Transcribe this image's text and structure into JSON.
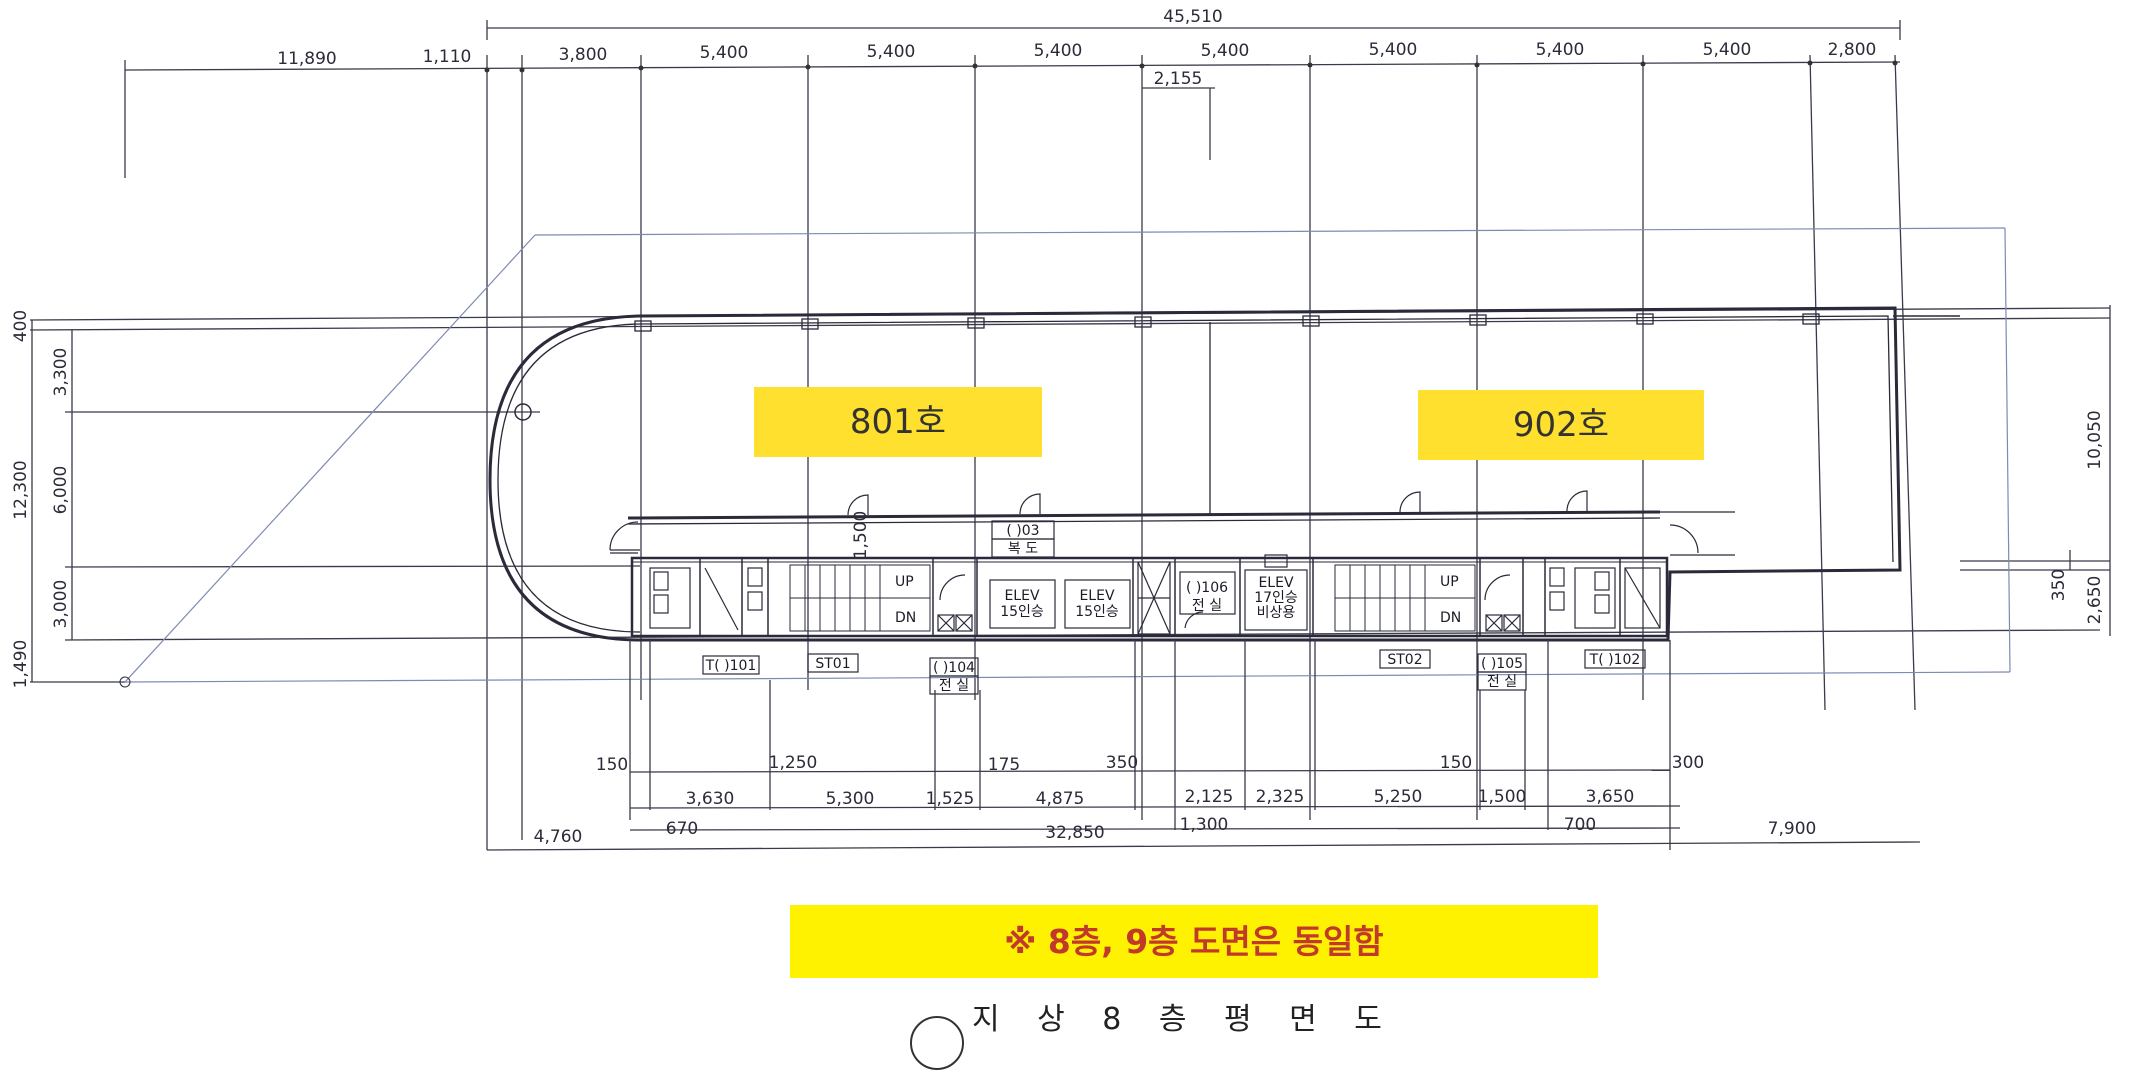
{
  "top_dimensions": {
    "overall": "45,510",
    "segments": [
      "11,890",
      "1,110",
      "3,800",
      "5,400",
      "5,400",
      "5,400",
      "5,400",
      "5,400",
      "5,400",
      "5,400",
      "2,800"
    ],
    "sub": "2,155"
  },
  "left_dimensions": {
    "total": "12,300",
    "parts": [
      "400",
      "3,300",
      "6,000",
      "3,000",
      "1,490"
    ]
  },
  "right_dimensions": {
    "total": "10,050",
    "parts": [
      "350",
      "2,650"
    ]
  },
  "bottom_dimensions": {
    "row1": [
      "150",
      "1,250",
      "175",
      "350",
      "150",
      "300"
    ],
    "row2": [
      "3,630",
      "5,300",
      "1,525",
      "4,875",
      "2,125",
      "2,325",
      "5,250",
      "1,500",
      "3,650"
    ],
    "row3": [
      "670",
      "1,300",
      "700"
    ],
    "row4": [
      "4,760",
      "32,850",
      "7,900"
    ],
    "side": "1,500"
  },
  "units": {
    "left": "801호",
    "right": "902호"
  },
  "room_tags": {
    "corridor_no": "( )03",
    "corridor_name": "복 도",
    "t101": "T( )101",
    "st01": "ST01",
    "r104_no": "( )104",
    "r104_name": "전 실",
    "elev1": "ELEV",
    "elev1_sub": "15인승",
    "elev2": "ELEV",
    "elev2_sub": "15인승",
    "r106_no": "( )106",
    "r106_name": "전 실",
    "elev3": "ELEV",
    "elev3_sub": "17인승",
    "elev3_sub2": "비상용",
    "st02": "ST02",
    "r105_no": "( )105",
    "r105_name": "전 실",
    "t102": "T( )102",
    "up": "UP",
    "dn": "DN"
  },
  "note": "※ 8층, 9층 도면은 동일함",
  "drawing_title": "지 상 8 층 평 면 도",
  "colors": {
    "highlight": "#ffe02e",
    "note_background": "#fff200",
    "note_text": "#c0392b",
    "line": "#2a2a3a",
    "grid_line": "#5a6b9a"
  }
}
